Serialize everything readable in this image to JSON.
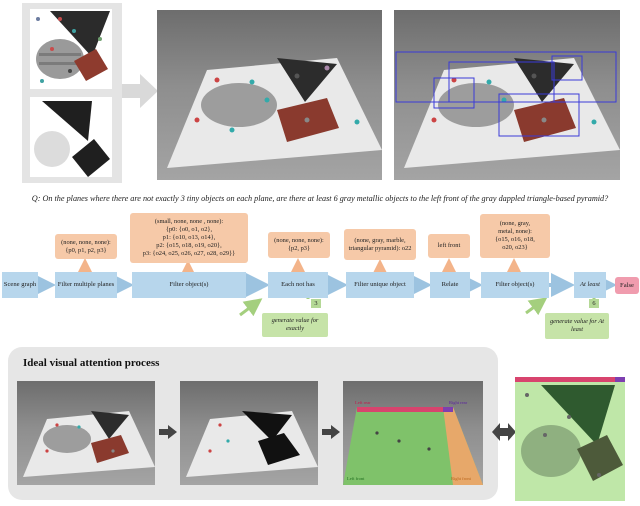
{
  "question": "Q: On the planes where there are not exactly 3 tiny objects on each plane, are there at least 6 gray metallic objects to the left front of the gray dappled triangle-based pyramid?",
  "flow": {
    "modules": [
      {
        "id": "scene-graph",
        "label": "Scene graph"
      },
      {
        "id": "filter-multiple-planes",
        "label": "Filter multiple planes"
      },
      {
        "id": "filter-objects-1",
        "label": "Filter object(s)"
      },
      {
        "id": "each-not-has",
        "label": "Each not has"
      },
      {
        "id": "filter-unique-object",
        "label": "Filter unique object"
      },
      {
        "id": "relate",
        "label": "Relate"
      },
      {
        "id": "filter-objects-2",
        "label": "Filter object(s)"
      },
      {
        "id": "at-least",
        "label": "At least"
      },
      {
        "id": "false",
        "label": "False"
      }
    ],
    "outputs": {
      "planes": "(none, none, none): {p0, p1, p2, p3}",
      "objects_line1": "(small, none, none , none):",
      "objects_line2": "{p0: {o0, o1, o2},",
      "objects_line3": "p1: {o10, o13, o14},",
      "objects_line4": "p2: {o15, o18, o19, o20},",
      "objects_line5": "p3: {o24, o25, o26, o27, o28, o29}}",
      "each_not_has": "(none, none, none): {p2, p3}",
      "unique": "(none, gray, marble, triangular pyramid): o22",
      "relate": "left front",
      "filter2_line1": "(none, gray,",
      "filter2_line2": "metal, none):",
      "filter2_line3": "{o15, o16, o18,",
      "filter2_line4": "o20, o23}"
    },
    "value_1": "3",
    "value_2": "6",
    "generate_1": "generate value for exactly",
    "generate_2": "generate value for At least"
  },
  "ideal": {
    "title": "Ideal visual attention process",
    "labels": {
      "left_rear": "Left rear",
      "right_rear": "Right rear",
      "left_front": "Left front",
      "right_front": "Right front"
    }
  },
  "colors": {
    "module": "#b7d6ec",
    "output": "#f6c9a8",
    "generator": "#c6e3a8",
    "answer": "#f09cae",
    "bbox": "#3a3ad8"
  }
}
